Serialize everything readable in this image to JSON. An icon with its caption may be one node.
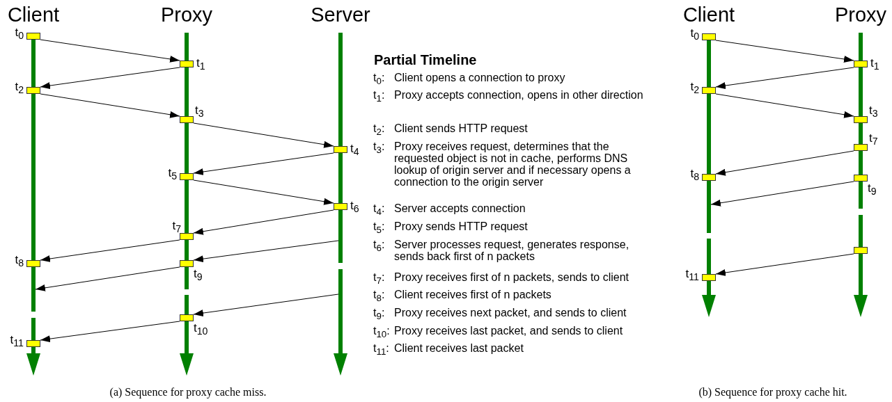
{
  "diagram": {
    "nodes": [
      {
        "text": [],
        "shape": "box",
        "beside": [
          "t$_{0}$"
        ]
      },
      {
        "text": [],
        "shape": "box",
        "beside": [
          "t$_{1}$"
        ]
      },
      {
        "text": [],
        "shape": "box",
        "beside": [
          "t$_{2}$"
        ]
      },
      {
        "text": [],
        "shape": "box",
        "beside": [
          "t$_{3}$"
        ]
      },
      {
        "text": [],
        "shape": "box",
        "beside": [
          "t$_{4}$"
        ]
      },
      {
        "text": [],
        "shape": "box",
        "beside": [
          "t$_{5}$"
        ]
      },
      {
        "text": [],
        "shape": "box",
        "beside": [
          "t$_{6}$"
        ]
      },
      {
        "text": [],
        "shape": "box",
        "beside": [
          "t$_{7}$"
        ]
      },
      {
        "text": [],
        "shape": "box",
        "beside": [
          "t$_{8}$"
        ]
      },
      {
        "text": [],
        "shape": "box",
        "beside": [
          "t$_{9}$"
        ]
      },
      {
        "text": [],
        "shape": "box",
        "beside": [
          "t$_{10}$"
        ]
      },
      {
        "text": [],
        "shape": "box",
        "beside": [
          "t$_{11}$"
        ]
      },
      {
        "text": [],
        "shape": "box",
        "beside": [
          "t$_{0}$"
        ]
      },
      {
        "text": [],
        "shape": "box",
        "beside": [
          "t$_{1}$"
        ]
      },
      {
        "text": [],
        "shape": "box",
        "beside": [
          "t$_{2}$"
        ]
      },
      {
        "text": [],
        "shape": "box",
        "beside": [
          "t$_{3}$"
        ]
      },
      {
        "text": [],
        "shape": "box",
        "beside": [
          "t$_{7}$"
        ]
      },
      {
        "text": [],
        "shape": "box",
        "beside": [
          "t$_{8}$"
        ]
      },
      {
        "text": [],
        "shape": "box",
        "beside": [
          "t$_{9}$"
        ]
      },
      {
        "text": [],
        "shape": "box"
      },
      {
        "text": [],
        "shape": "box",
        "beside": [
          "t$_{11}$"
        ]
      }
    ],
    "edges": [
      {
        "from": 0,
        "to": 1,
        "arrow": "to"
      },
      {
        "from": 1,
        "to": 2,
        "arrow": "to"
      },
      {
        "from": 2,
        "to": 3,
        "arrow": "to"
      },
      {
        "from": 3,
        "to": 4,
        "arrow": "to"
      },
      {
        "from": 4,
        "to": 5,
        "arrow": "to"
      },
      {
        "from": 5,
        "to": 6,
        "arrow": "to"
      },
      {
        "from": 6,
        "to": 7,
        "arrow": "to"
      },
      {
        "from": 7,
        "to": 8,
        "arrow": "to"
      },
      {
        "from": null,
        "to": 9,
        "arrow": "to"
      },
      {
        "from": 9,
        "to": null,
        "arrow": "to"
      },
      {
        "from": null,
        "to": 10,
        "arrow": "to"
      },
      {
        "from": 10,
        "to": 11,
        "arrow": "to"
      },
      {
        "from": 12,
        "to": 13,
        "arrow": "to"
      },
      {
        "from": 13,
        "to": 14,
        "arrow": "to"
      },
      {
        "from": 14,
        "to": 15,
        "arrow": "to"
      },
      {
        "from": 16,
        "to": 17,
        "arrow": "to"
      },
      {
        "from": 18,
        "to": null,
        "arrow": "to"
      },
      {
        "from": 19,
        "to": 20,
        "arrow": "to"
      }
    ],
    "labels": [
      "Client",
      "Proxy",
      "Server",
      "Partial Timeline",
      "t$_{0}$:",
      "Client opens a connection to proxy",
      "t$_{1}$:",
      "Proxy accepts connection, opens in other direction",
      "t$_{2}$:",
      "Client sends HTTP request",
      "t$_{3}$:",
      "Proxy receives request, determines that the requested object is not in cache, performs DNS lookup of origin server and if necessary opens a connection to the origin server",
      "t$_{4}$:",
      "Server accepts connection",
      "t$_{5}$:",
      "Proxy sends HTTP request",
      "t$_{6}$:",
      "Server processes request, generates response, sends back first of n packets",
      "t$_{7}$:",
      "Proxy receives first of n packets, sends to client",
      "t$_{8}$:",
      "Client receives first of n packets",
      "t$_{9}$:",
      "Proxy receives next packet, and sends to client",
      "t$_{10}$:",
      "Proxy receives last packet, and sends to client",
      "t$_{11}$:",
      "Client receives last packet",
      "Client",
      "Proxy",
      "(a) Sequence for proxy cache miss.",
      "(b) Sequence for proxy cache hit."
    ]
  }
}
